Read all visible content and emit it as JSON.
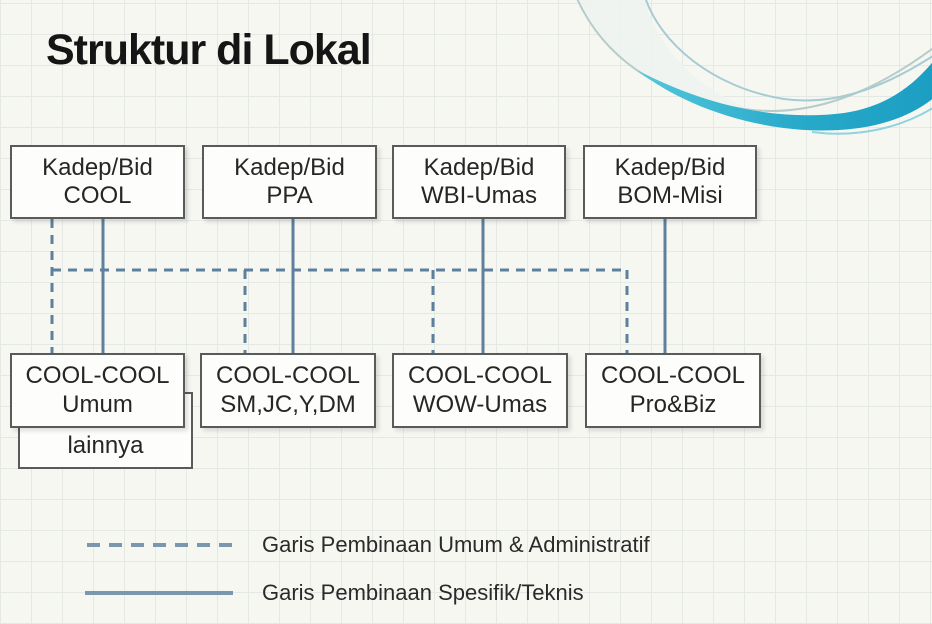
{
  "slide": {
    "title": "Struktur di Lokal"
  },
  "org": {
    "top_row": [
      {
        "line1": "Kadep/Bid",
        "line2": "COOL"
      },
      {
        "line1": "Kadep/Bid",
        "line2": "PPA"
      },
      {
        "line1": "Kadep/Bid",
        "line2": "WBI-Umas"
      },
      {
        "line1": "Kadep/Bid",
        "line2": "BOM-Misi"
      }
    ],
    "bottom_row": [
      {
        "line1": "COOL-COOL",
        "line2": "Umum"
      },
      {
        "line1": "COOL-COOL",
        "line2": "SM,JC,Y,DM"
      },
      {
        "line1": "COOL-COOL",
        "line2": "WOW-Umas"
      },
      {
        "line1": "COOL-COOL",
        "line2": "Pro&Biz"
      }
    ],
    "extra_box": {
      "label": "lainnya"
    }
  },
  "legend": {
    "dashed_label": "Garis Pembinaan Umum & Administratif",
    "solid_label": "Garis Pembinaan Spesifik/Teknis"
  },
  "colors": {
    "background": "#f7f7f2",
    "grid_line": "#e4e9e6",
    "box_border": "#5a5a5a",
    "connector_blue": "#5e809d",
    "legend_blue": "#7b97ad",
    "swoosh_teal": "#2fb3d2",
    "title_text": "#151515"
  }
}
